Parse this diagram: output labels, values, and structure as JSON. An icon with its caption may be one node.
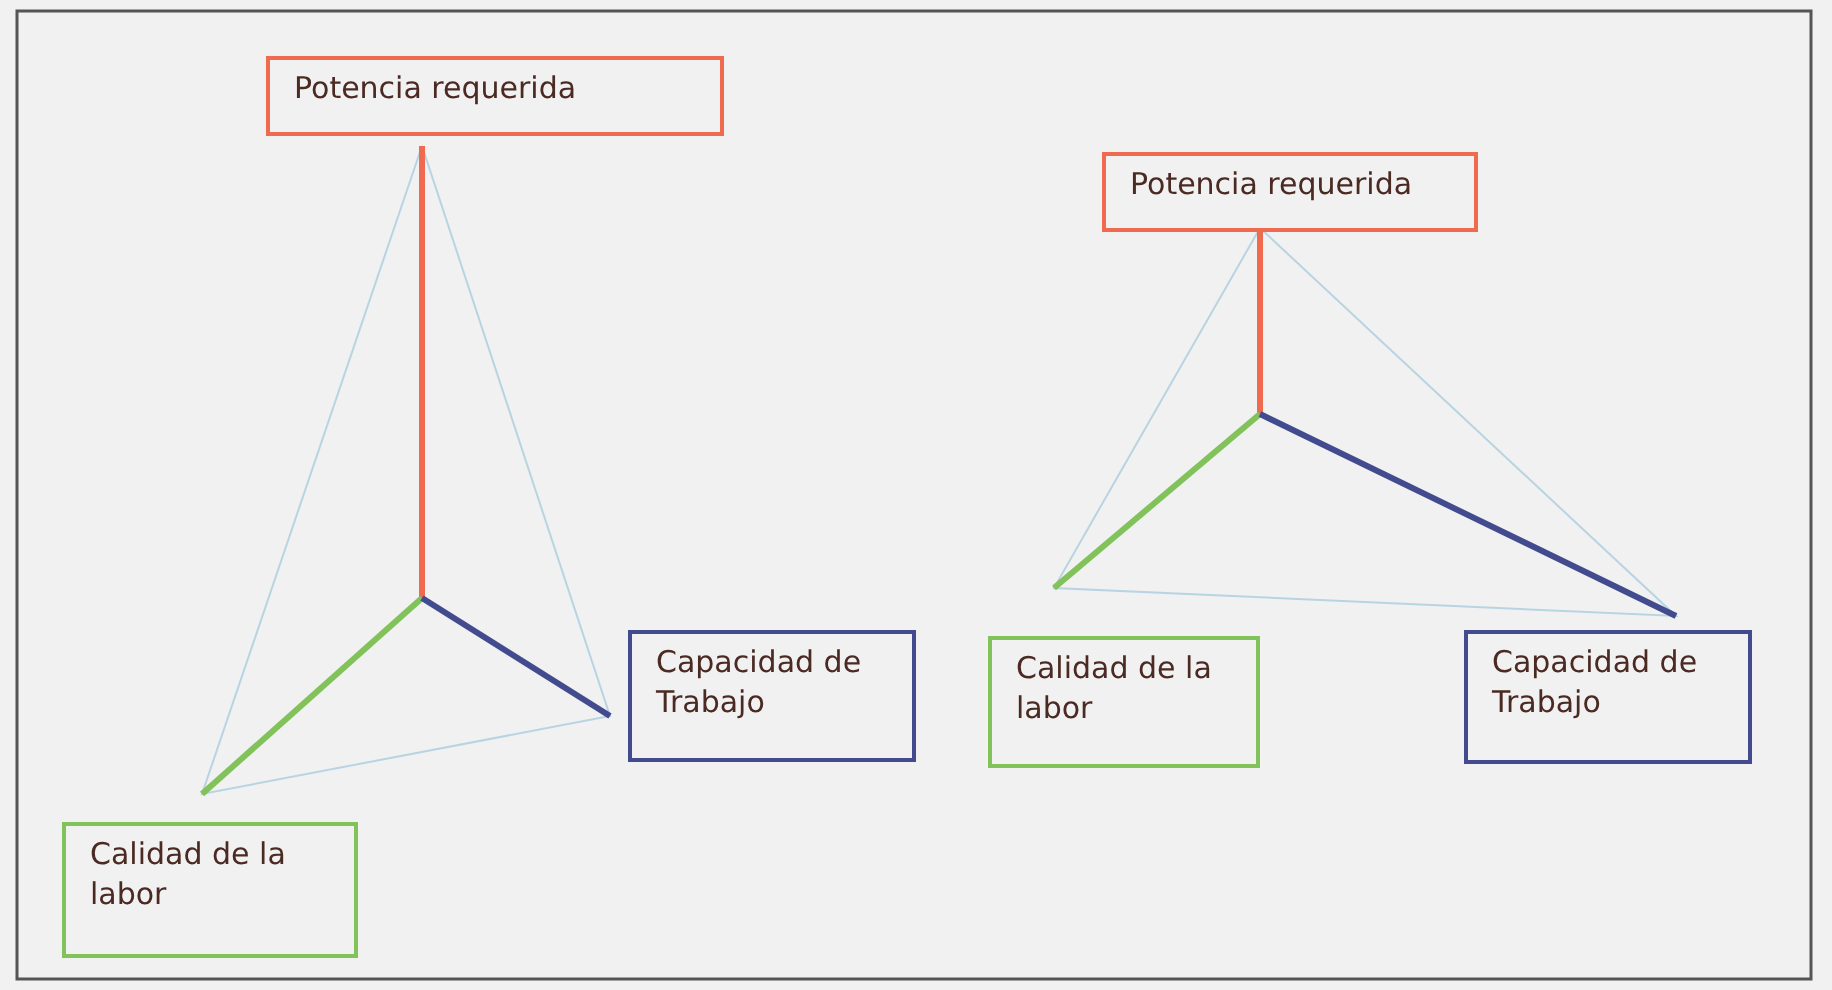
{
  "diagram": {
    "nodes": [
      {
        "text": [
          "Potencia requerida"
        ]
      },
      {
        "text": [
          "Capacidad de Trabajo"
        ]
      },
      {
        "text": [
          "Calidad de la labor"
        ]
      },
      {
        "text": [
          "Potencia requerida"
        ]
      },
      {
        "text": [
          "Calidad de la labor"
        ]
      },
      {
        "text": [
          "Capacidad de Trabajo"
        ]
      }
    ]
  }
}
